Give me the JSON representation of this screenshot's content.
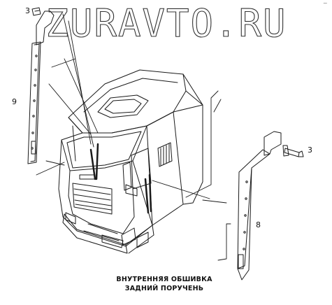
{
  "watermark": {
    "text": "ZURAVTO.RU"
  },
  "callouts": {
    "bolt_top_left": "3",
    "bolt_right": "3",
    "left_handrail": "9",
    "right_handrail": "8"
  },
  "caption": {
    "line1": "ВНУТРЕННЯЯ ОБШИВКА",
    "line2": "ЗАДНИЙ ПОРУЧЕНЬ"
  },
  "corner_mark": "~",
  "colors": {
    "line": "#1a1a1a",
    "watermark_outline": "#333333",
    "background": "#ffffff"
  }
}
